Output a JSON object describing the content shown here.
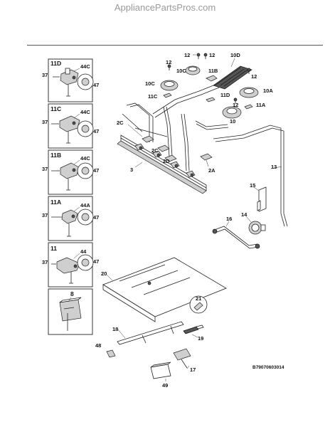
{
  "header": {
    "watermark": "AppliancePartsPros.com"
  },
  "diagram": {
    "doc_number": "B79070603014",
    "callouts": {
      "c12a": "12",
      "c12b": "12",
      "c12c": "12",
      "c12d": "12",
      "c12e": "12",
      "c10D": "10D",
      "c10C_top": "10C",
      "c11B": "11B",
      "c10C": "10C",
      "c11C": "11C",
      "c11D": "11D",
      "c10A": "10A",
      "c11A": "11A",
      "c10": "10",
      "c2C": "2C",
      "c2C_b": "2C",
      "c2D": "2D",
      "c3": "3",
      "c2A": "2A",
      "c13": "13",
      "c15": "15",
      "c16": "16",
      "c14": "14",
      "c20": "20",
      "c21": "21",
      "c18": "18",
      "c19": "19",
      "c48": "48",
      "c17": "17",
      "c49": "49"
    },
    "panels": [
      {
        "title": "11D",
        "left": "37",
        "right": "44C",
        "circle": "47"
      },
      {
        "title": "11C",
        "left": "37",
        "right": "44C",
        "circle": "47"
      },
      {
        "title": "11B",
        "left": "37",
        "right": "44C",
        "circle": "47"
      },
      {
        "title": "11A",
        "left": "37",
        "right": "44A",
        "circle": "47"
      },
      {
        "title": "11",
        "left": "37",
        "right": "44",
        "circle": "47"
      },
      {
        "title": "8"
      }
    ]
  }
}
